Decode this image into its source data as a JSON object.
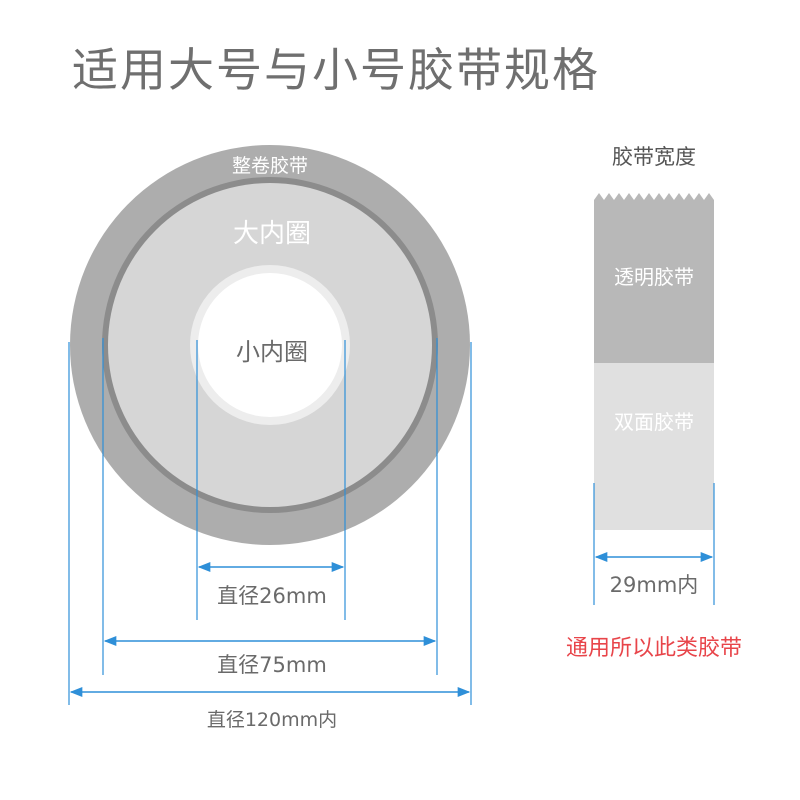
{
  "title": "适用大号与小号胶带规格",
  "roll": {
    "outer_label": "整卷胶带",
    "large_core_label": "大内圈",
    "small_core_label": "小内圈"
  },
  "dimensions": {
    "d26": "直径26mm",
    "d75": "直径75mm",
    "d120": "直径120mm内"
  },
  "tape": {
    "header": "胶带宽度",
    "transparent_label": "透明胶带",
    "double_label": "双面胶带",
    "width": "29mm内"
  },
  "note": "通用所以此类胶带",
  "colors": {
    "outer_ring": "#adadad",
    "core_ring": "#8c8c8c",
    "inner_fill": "#d6d6d6",
    "dimension_line": "#2e8fd8",
    "note_red": "#e8454a",
    "tape_top": "#b8b8b8",
    "tape_bottom": "#e0e0e0"
  }
}
